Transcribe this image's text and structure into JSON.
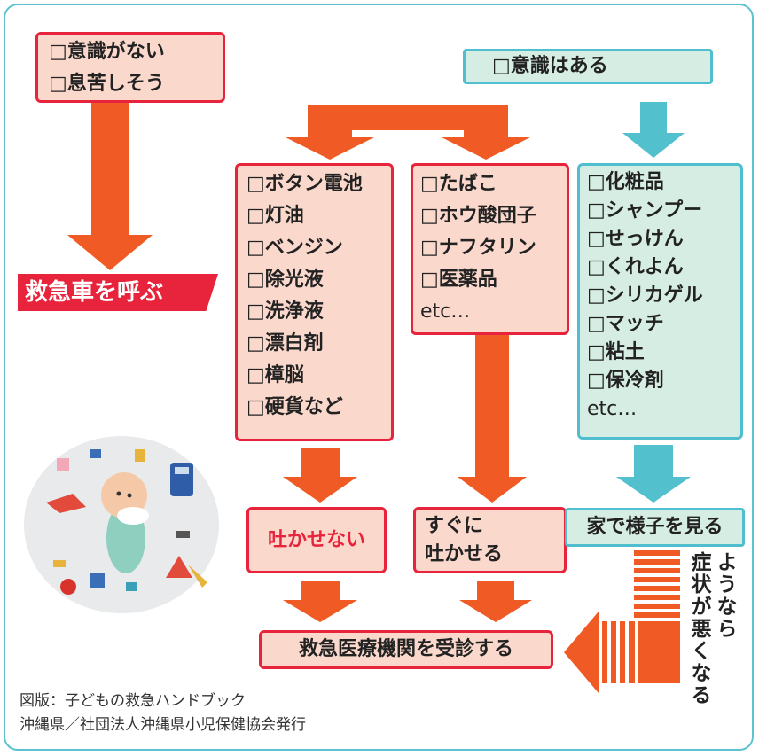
{
  "top_left_box": {
    "lines": [
      "□意識がない",
      "□息苦しそう"
    ]
  },
  "top_right_box": {
    "label": "□意識はある"
  },
  "call_ambulance": "救急車を呼ぶ",
  "list_no_vomit": [
    "□ボタン電池",
    "□灯油",
    "□ベンジン",
    "□除光液",
    "□洗浄液",
    "□漂白剤",
    "□樟脳",
    "□硬貨など"
  ],
  "list_vomit": [
    "□たばこ",
    "□ホウ酸団子",
    "□ナフタリン",
    "□医薬品",
    "etc…"
  ],
  "list_observe": [
    "□化粧品",
    "□シャンプー",
    "□せっけん",
    "□くれよん",
    "□シリカゲル",
    "□マッチ",
    "□粘土",
    "□保冷剤",
    "etc…"
  ],
  "do_not_vomit": "吐かせない",
  "make_vomit": {
    "lines": [
      "すぐに",
      "吐かせる"
    ]
  },
  "observe_at_home": "家で様子を見る",
  "visit_hospital": "救急医療機関を受診する",
  "if_worse": {
    "lines": [
      "症状が悪くなる",
      "ようなら"
    ]
  },
  "credits": [
    "図版：子どもの救急ハンドブック",
    "沖縄県／社団法人沖縄県小児保健協会発行"
  ],
  "colors": {
    "orange": "#f05a24",
    "red": "#e8243c",
    "teal": "#52c0cd",
    "pink_fill": "#fbd8cc",
    "green_fill": "#d5ede2",
    "frame": "#5ec1d0"
  },
  "icons": [
    "baby-toys-illustration"
  ]
}
